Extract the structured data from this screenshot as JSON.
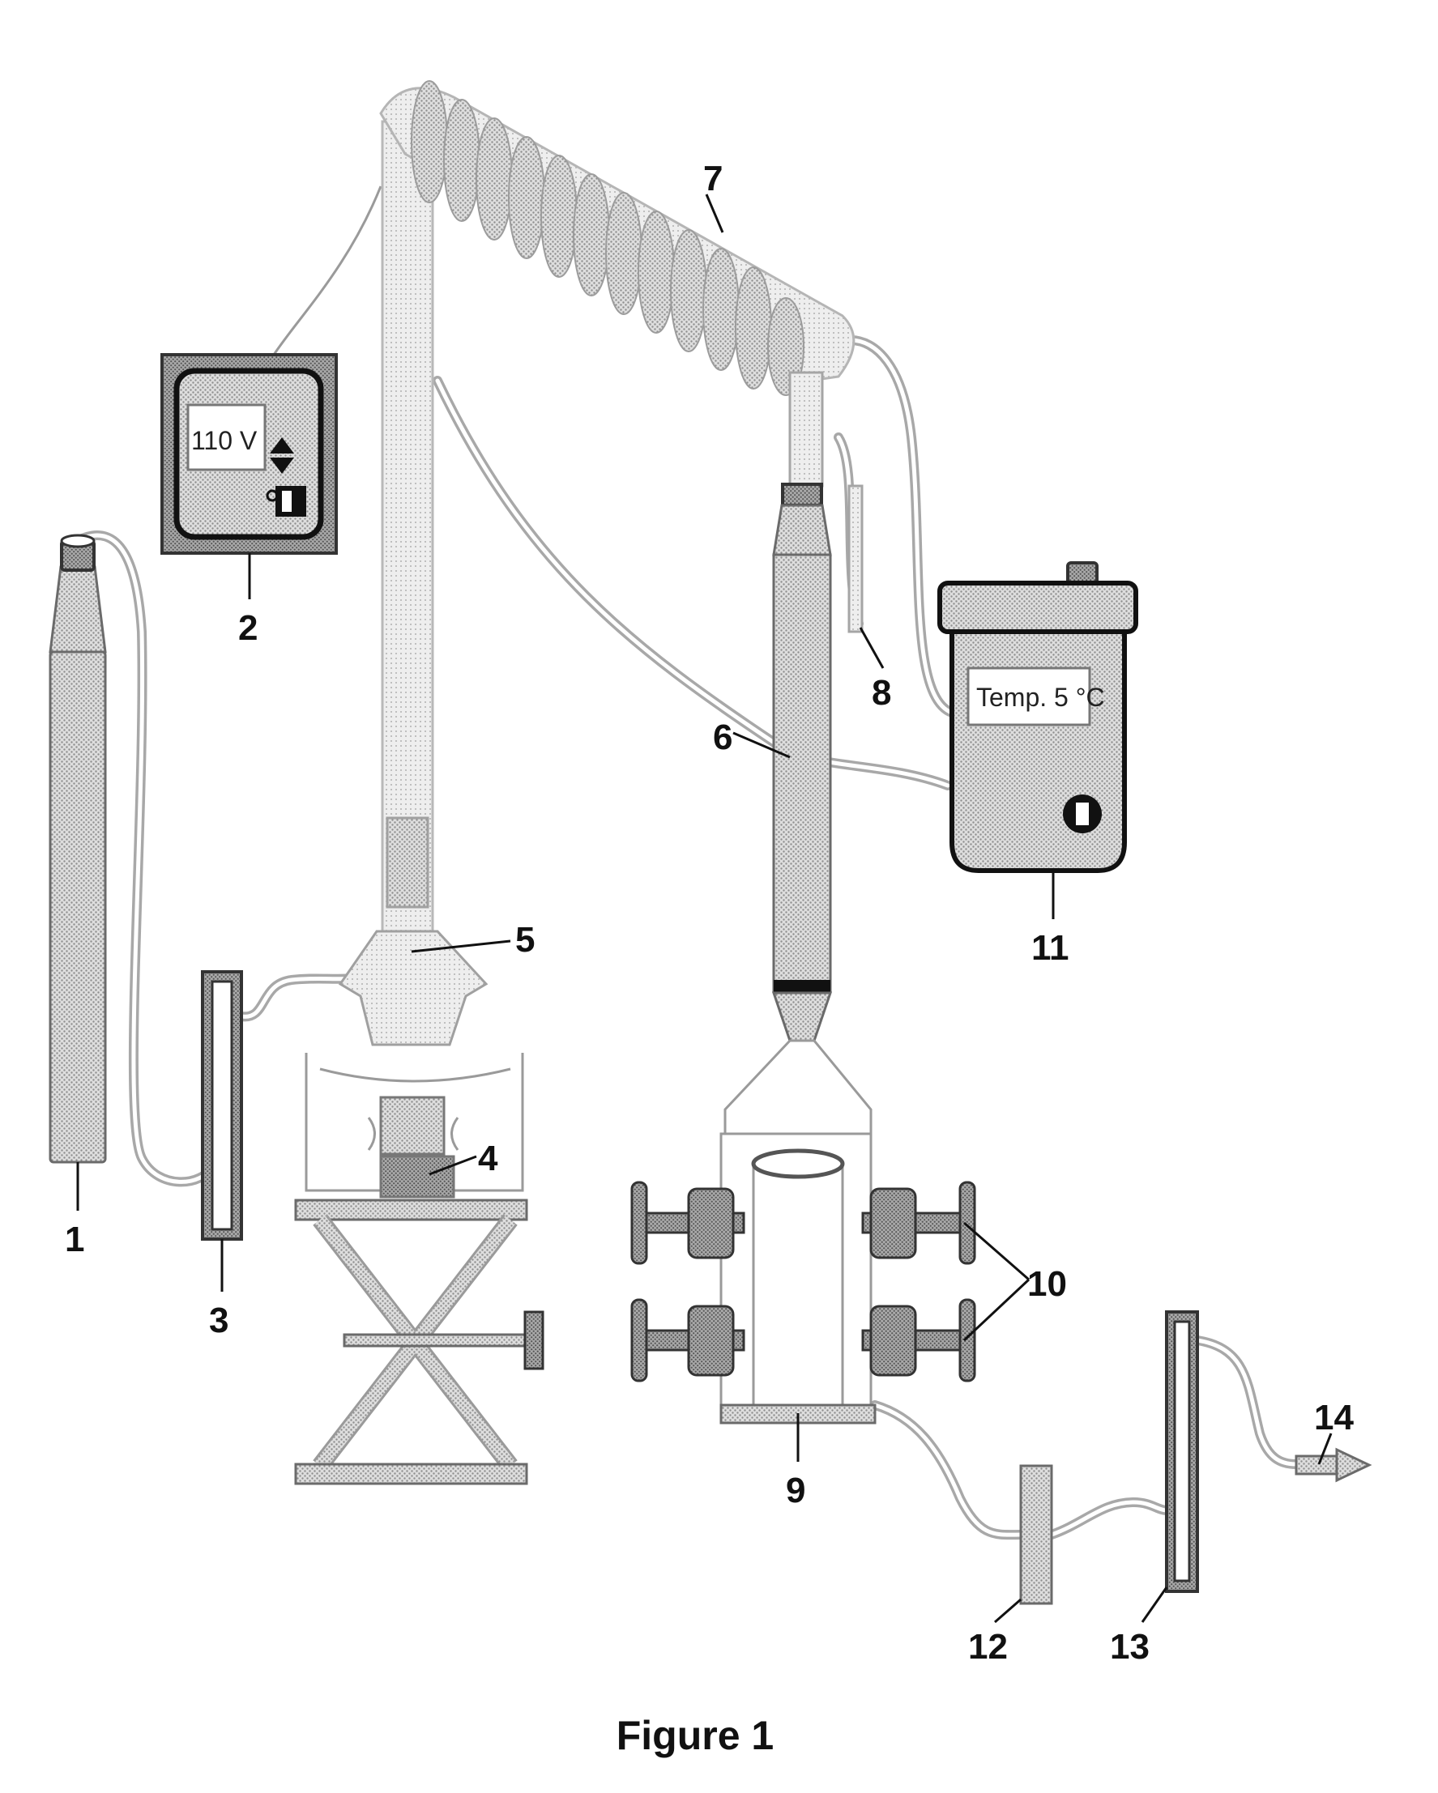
{
  "figure": {
    "caption": "Figure 1",
    "controller_display": "110 V",
    "chiller_display": "Temp. 5 °C",
    "labels": {
      "l1": "1",
      "l2": "2",
      "l3": "3",
      "l4": "4",
      "l5": "5",
      "l6": "6",
      "l7": "7",
      "l8": "8",
      "l9": "9",
      "l10": "10",
      "l11": "11",
      "l12": "12",
      "l13": "13",
      "l14": "14"
    }
  },
  "colors": {
    "stipple": "#bdbdbd",
    "stipple_dark": "#8a8a8a",
    "outline": "#6a6a6a",
    "label": "#111111"
  },
  "icons": [
    "up-arrow-icon",
    "down-arrow-icon",
    "power-switch-icon",
    "flow-arrow-icon"
  ]
}
